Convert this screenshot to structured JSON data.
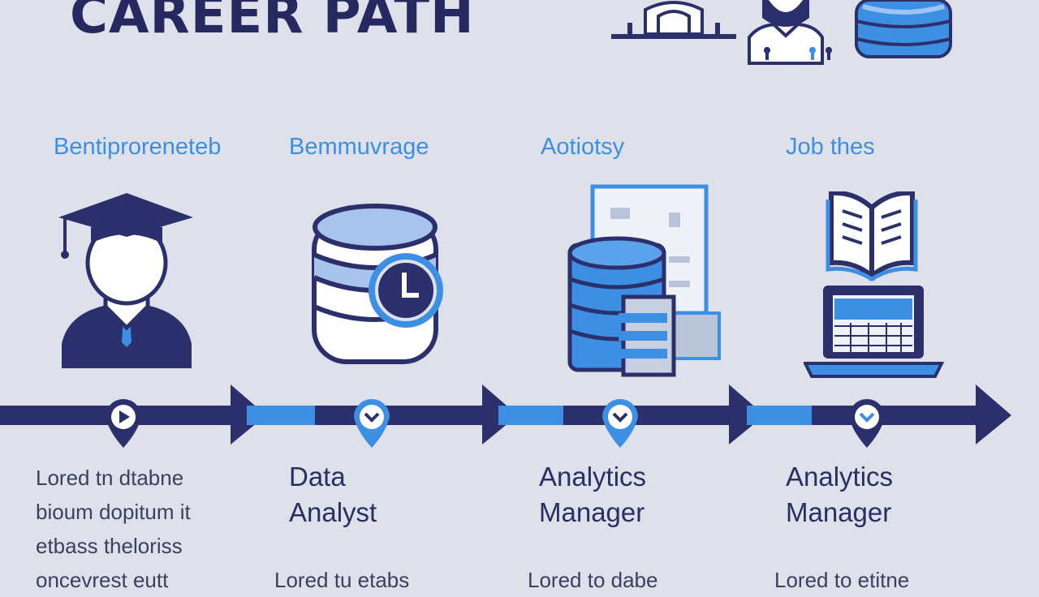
{
  "title": "CAREER PATH",
  "steps": [
    {
      "label": "Bentiproreneteb",
      "role_lines": [],
      "desc_lines": [
        "Lored tn dtabne",
        "bioum dopitum it",
        "etbass theloriss",
        "oncevrest eutt"
      ]
    },
    {
      "label": "Bemmuvrage",
      "role_lines": [
        "Data",
        "Analyst"
      ],
      "desc_lines": [
        "Lored tu etabs"
      ]
    },
    {
      "label": "Aotiotsy",
      "role_lines": [
        "Analytics",
        "Manager"
      ],
      "desc_lines": [
        "Lored to dabe"
      ]
    },
    {
      "label": "Job thes",
      "role_lines": [
        "Analytics",
        "Manager"
      ],
      "desc_lines": [
        "Lored to etitne"
      ]
    }
  ],
  "icons": {
    "header": [
      "building-icon",
      "professional-person-icon",
      "database-icon"
    ],
    "steps": [
      "graduate-icon",
      "database-clock-icon",
      "server-documents-icon",
      "book-laptop-icon"
    ]
  },
  "colors": {
    "navy": "#2b2f6b",
    "blue": "#3d8fe4",
    "background": "#dfe1ea"
  }
}
